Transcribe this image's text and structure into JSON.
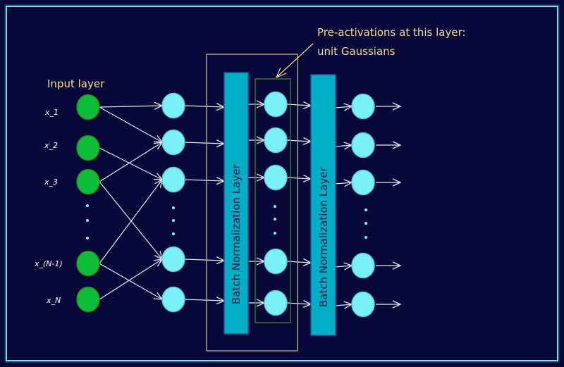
{
  "title_annotation": {
    "line1": "Pre-activations at this layer:",
    "line2": "unit Gaussians"
  },
  "input_layer": {
    "title": "Input layer",
    "labels": [
      "x_1",
      "x_2",
      "x_3",
      "x_(N-1)",
      "x_N"
    ]
  },
  "batch_norm_layers": [
    {
      "label": "Batch Normalization Layer"
    },
    {
      "label": "Batch Normalization Layer"
    }
  ],
  "colors": {
    "background": "#07073a",
    "frame": "#6fe3f0",
    "input_node_fill": "#0cbd3a",
    "input_node_stroke": "#2e8a12",
    "hidden_node_fill": "#78f2f6",
    "bn_fill": "#00aec5",
    "bn_stroke": "#0b5f9a",
    "bn_group_box": "#c7b98a",
    "preactivation_box": "#3f8a12",
    "annotation_text": "#f5df8a",
    "edge": "#e8e8f0"
  },
  "ellipsis_glyph": "⋮"
}
